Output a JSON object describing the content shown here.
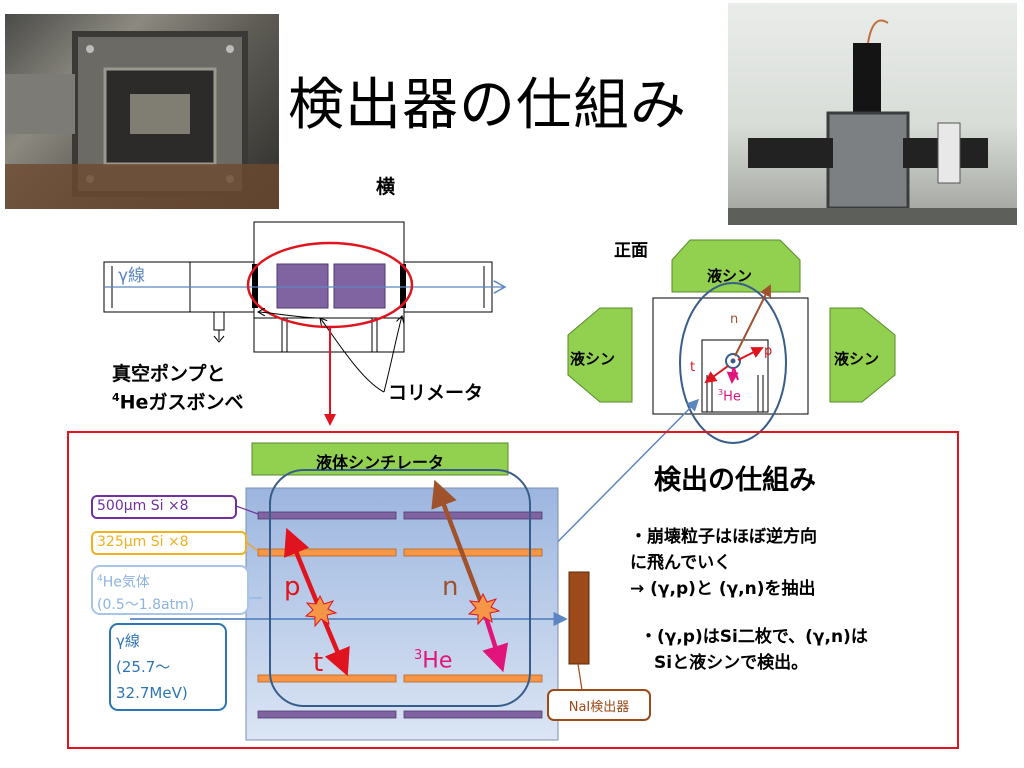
{
  "title": "検出器の仕組み",
  "top_diagram": {
    "side_label": "横",
    "front_label": "正面",
    "gamma_label": "γ線",
    "pump_label_line1": "真空ポンプと",
    "pump_label_line2_sup": "4",
    "pump_label_line2": "Heガスボンベ",
    "collimator_label": "コリメータ",
    "liquid_scint_short": "液シン",
    "n_label": "n",
    "p_label": "p",
    "t_label": "t",
    "he3_sup": "3",
    "he3_label": "He"
  },
  "main_diagram": {
    "scintillator_label": "液体シンチレータ",
    "label_500": "500μm Si ×8",
    "label_325": "325μm Si ×8",
    "he_gas_sup": "4",
    "he_gas_line1": "He気体",
    "he_gas_line2": "(0.5〜1.8atm)",
    "gamma_line1": "γ線",
    "gamma_line2": "(25.7〜",
    "gamma_line3": "32.7MeV)",
    "p_label": "p",
    "t_label": "t",
    "n_label": "n",
    "he3_sup": "3",
    "he3_label": "He",
    "nai_label": "NaI検出器"
  },
  "explanation": {
    "heading": "検出の仕組み",
    "line1": "・崩壊粒子はほぼ逆方向",
    "line2": "に飛んでいく",
    "line3": "→ (γ,p)と (γ,n)を抽出",
    "line4": "・(γ,p)はSi二枚で、(γ,n)は",
    "line5": "Siと液シンで検出。"
  },
  "colors": {
    "red_frame": "#e0141e",
    "green_scint": "#92d050",
    "purple_si": "#7030a0",
    "orange_si": "#f79646",
    "blue_line": "#5b86c2",
    "navy_ellipse": "#385d8a",
    "brown_n": "#a0522d",
    "red_arrow": "#e0141e",
    "magenta_arrow": "#e0147a",
    "detector_fill": "#c5d5ee"
  }
}
